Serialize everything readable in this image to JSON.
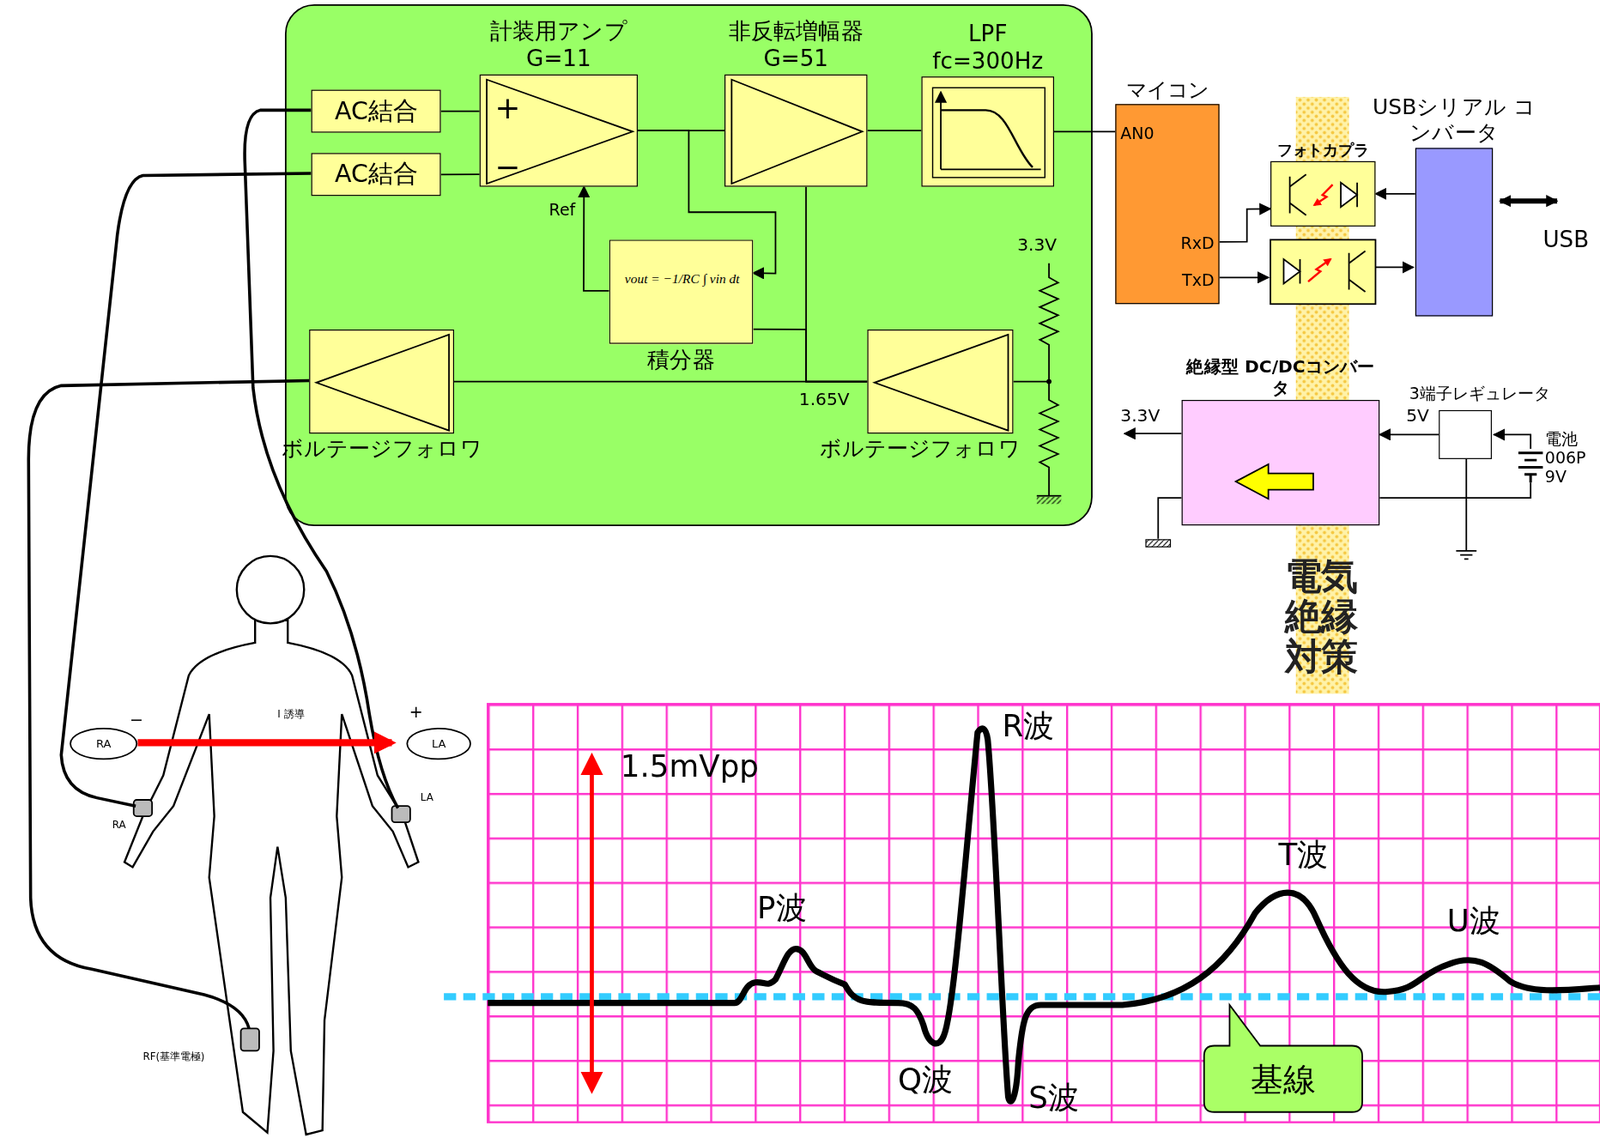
{
  "diagram": {
    "nodes": [
      {
        "text": [
          "AC結合"
        ]
      },
      {
        "text": [
          "AC結合"
        ]
      },
      {
        "text": [
          "計装用アンプ G=11",
          "+",
          "−"
        ]
      },
      {
        "text": [
          "非反転増幅器 G=51"
        ]
      },
      {
        "text": [
          "LPF fc=300Hz"
        ]
      },
      {
        "text": [
          "vout = −1/RC ∫ vin dt",
          "積分器"
        ]
      },
      {
        "text": [
          "ボルテージフォロワ"
        ]
      },
      {
        "text": [
          "ボルテージフォロワ"
        ]
      },
      {
        "text": [
          "マイコン",
          "AN0",
          "RxD",
          "TxD"
        ]
      },
      {
        "text": [
          "フォトカプラ"
        ]
      },
      {
        "text": [
          "USBシリアル コンバータ"
        ]
      },
      {
        "text": [
          "絶縁型 DC/DCコンバータ"
        ]
      },
      {
        "text": [
          "3端子レギュレータ"
        ]
      },
      {
        "text": [
          "RA"
        ]
      },
      {
        "text": [
          "LA"
        ]
      },
      {
        "text": [
          "基線"
        ]
      }
    ],
    "edges": [
      {
        "from": 0,
        "to": 2,
        "arrow": "none"
      },
      {
        "from": 1,
        "to": 2,
        "arrow": "none"
      },
      {
        "from": 2,
        "to": 3,
        "arrow": "none"
      },
      {
        "from": 3,
        "to": 4,
        "arrow": "none"
      },
      {
        "from": 4,
        "to": 8,
        "arrow": "none"
      },
      {
        "from": 2,
        "to": 5,
        "arrow": "to"
      },
      {
        "from": 5,
        "to": 2,
        "arrow": "to"
      },
      {
        "from": 7,
        "to": 6,
        "arrow": "none"
      },
      {
        "from": 7,
        "to": 5,
        "arrow": "none"
      },
      {
        "from": 7,
        "to": 3,
        "arrow": "none"
      },
      {
        "from": 12,
        "to": 11,
        "arrow": "to"
      },
      {
        "from": 10,
        "to": 9,
        "arrow": "to"
      },
      {
        "from": 8,
        "to": 9,
        "arrow": "to"
      }
    ],
    "labels": [
      "Ref",
      "3.3V",
      "1.65V",
      "USB",
      "3.3V",
      "5V",
      "電池 006P 9V",
      "電気絶縁対策",
      "I 誘導",
      "−",
      "+",
      "RA",
      "LA",
      "RF(基準電極)",
      "1.5mVpp",
      "R波",
      "P波",
      "Q波",
      "S波",
      "T波",
      "U波"
    ]
  }
}
